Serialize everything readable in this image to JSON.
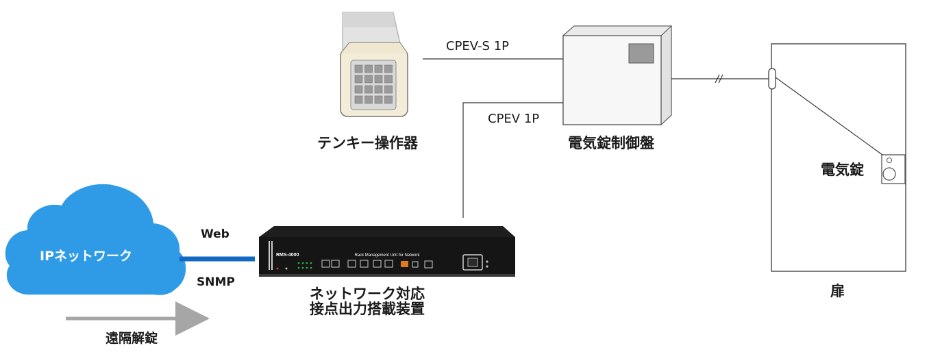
{
  "cloud": {
    "label": "IPネットワーク",
    "color": "#2f9be6",
    "text_color": "#ffffff"
  },
  "link": {
    "top_label": "Web",
    "bottom_label": "SNMP",
    "color": "#1268c2"
  },
  "remote": {
    "label": "遠隔解錠",
    "arrow_color": "#a6a6a6"
  },
  "device": {
    "model": "RMS-4000",
    "panel_title": "Rack Management Unit for Network",
    "label_line1": "ネットワーク対応",
    "label_line2": "接点出力搭載装置"
  },
  "keypad": {
    "label": "テンキー操作器"
  },
  "controller": {
    "label": "電気錠制御盤"
  },
  "cables": {
    "keypad_cable": "CPEV-S 1P",
    "device_cable": "CPEV 1P"
  },
  "door": {
    "label": "扉",
    "lock_label": "電気錠"
  }
}
